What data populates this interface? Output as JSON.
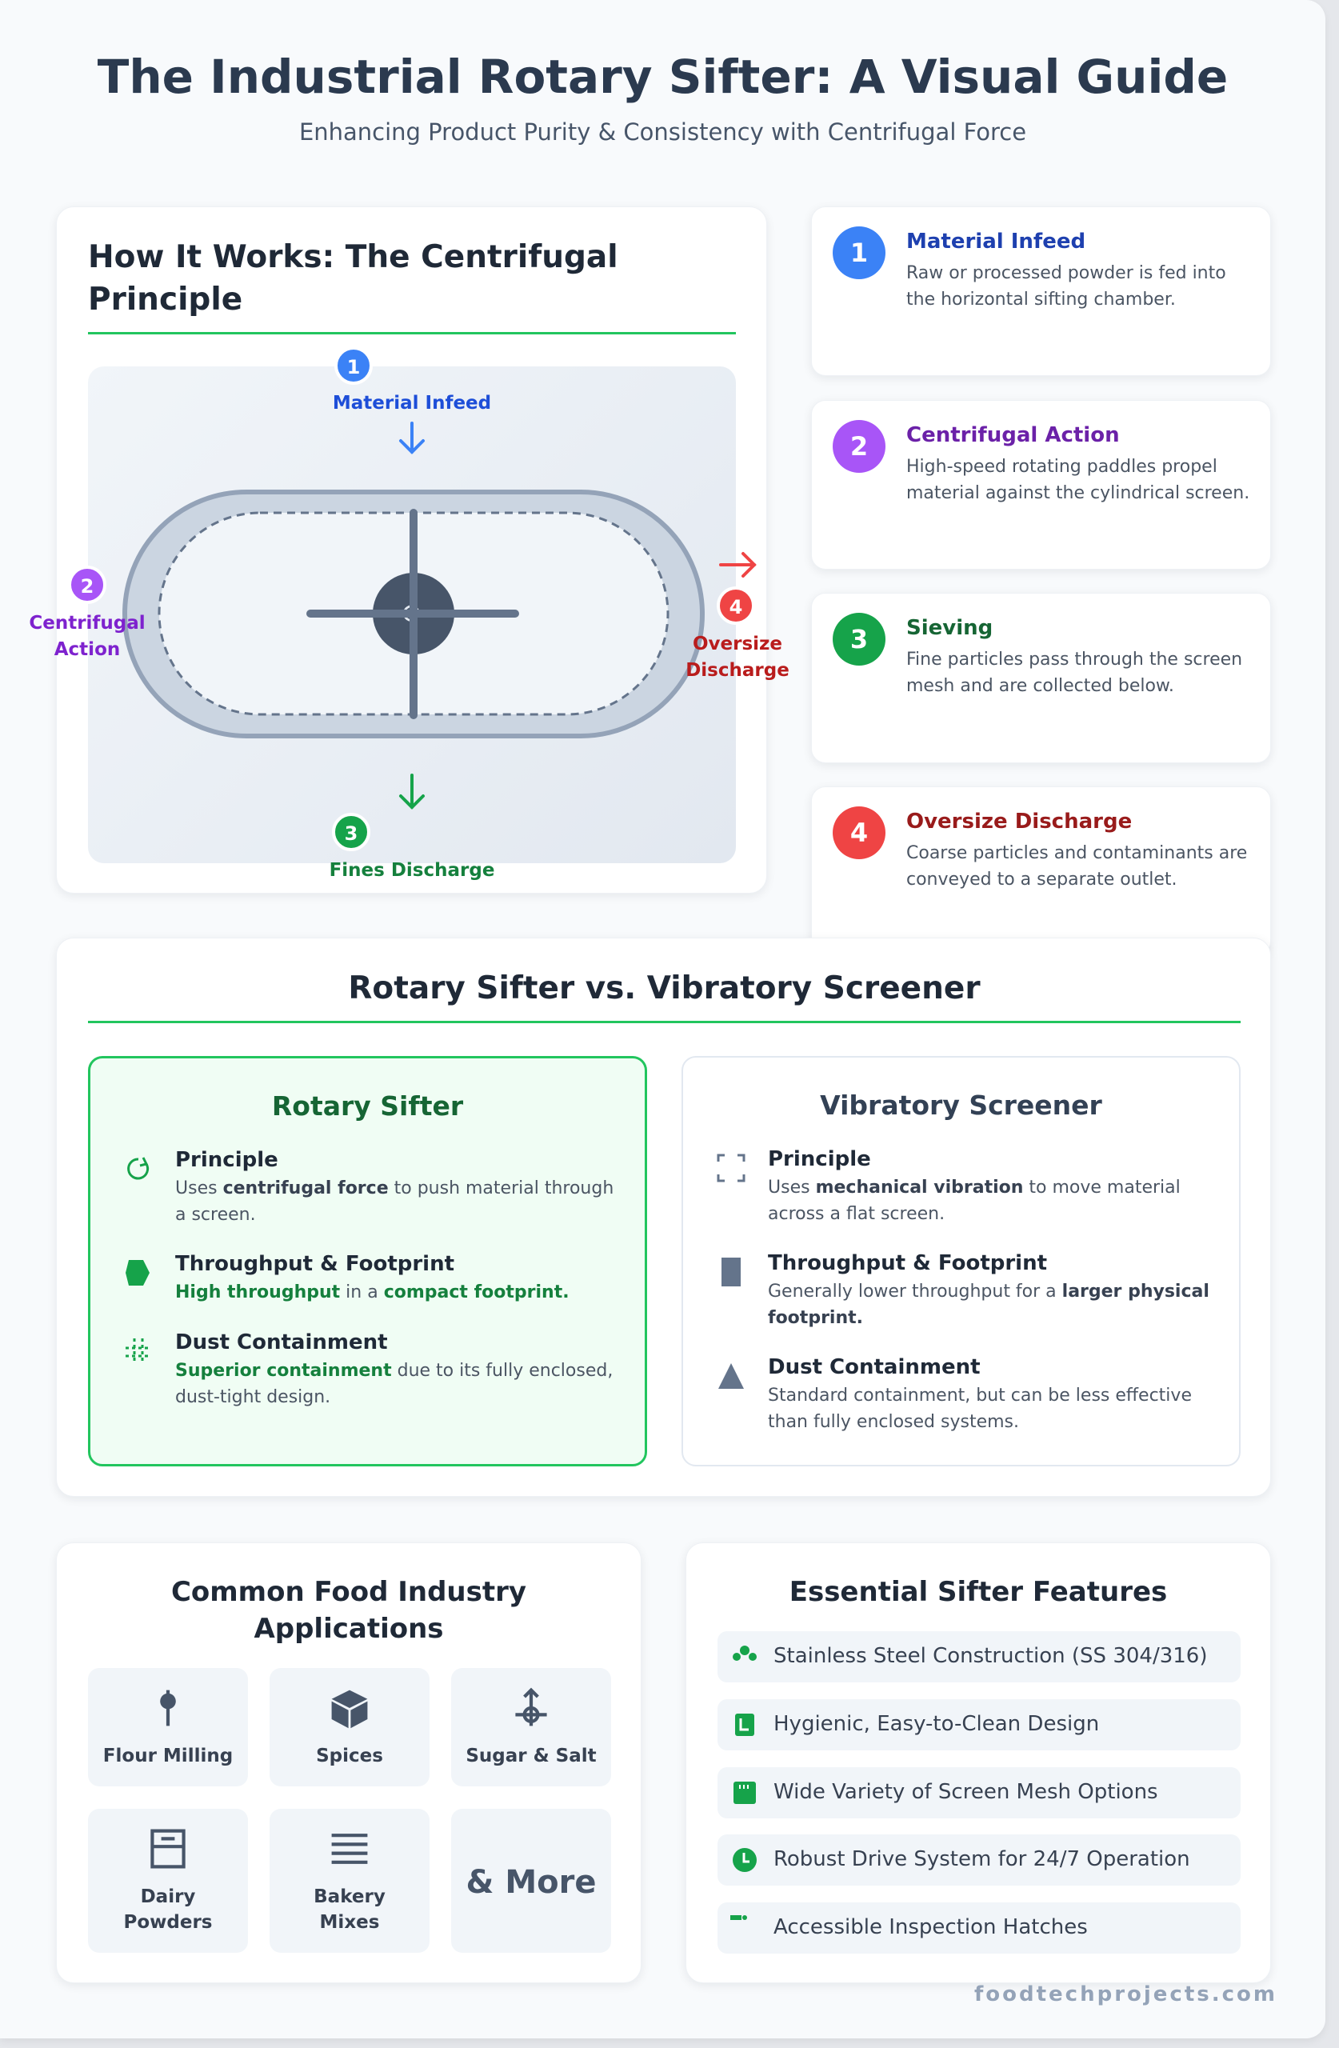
{
  "header": {
    "title": "The Industrial Rotary Sifter: A Visual Guide",
    "subtitle": "Enhancing Product Purity & Consistency with Centrifugal Force"
  },
  "how_it_works": {
    "title": "How It Works: The Centrifugal Principle",
    "diagram": {
      "labels": [
        {
          "num": "1",
          "text": "Material Infeed",
          "color": "#3b82f6",
          "text_color": "#1d4ed8"
        },
        {
          "num": "2",
          "line1": "Centrifugal",
          "line2": "Action",
          "color": "#a855f7",
          "text_color": "#7e22ce"
        },
        {
          "num": "3",
          "text": "Fines Discharge",
          "color": "#16a34a",
          "text_color": "#15803d"
        },
        {
          "num": "4",
          "line1": "Oversize",
          "line2": "Discharge",
          "color": "#ef4444",
          "text_color": "#b91c1c"
        }
      ]
    }
  },
  "steps": [
    {
      "num": "1",
      "title": "Material Infeed",
      "desc": "Raw or processed powder is fed into the horizontal sifting chamber.",
      "color": "#3b82f6",
      "title_color": "#1e40af"
    },
    {
      "num": "2",
      "title": "Centrifugal Action",
      "desc": "High-speed rotating paddles propel material against the cylindrical screen.",
      "color": "#a855f7",
      "title_color": "#6b21a8"
    },
    {
      "num": "3",
      "title": "Sieving",
      "desc": "Fine particles pass through the screen mesh and are collected below.",
      "color": "#16a34a",
      "title_color": "#166534"
    },
    {
      "num": "4",
      "title": "Oversize Discharge",
      "desc": "Coarse particles and contaminants are conveyed to a separate outlet.",
      "color": "#ef4444",
      "title_color": "#991b1b"
    }
  ],
  "comparison": {
    "title": "Rotary Sifter vs. Vibratory Screener",
    "rotary": {
      "title": "Rotary Sifter",
      "principle": {
        "title": "Principle",
        "pre": "Uses ",
        "bold": "centrifugal force",
        "post": " to push material through a screen.",
        "icon": "rotate-icon"
      },
      "throughput": {
        "title": "Throughput & Footprint",
        "bold1": "High throughput",
        "mid": " in a ",
        "bold2": "compact footprint.",
        "icon": "hexagon-icon"
      },
      "dust": {
        "title": "Dust Containment",
        "bold": "Superior containment",
        "post": " due to its fully enclosed, dust-tight design.",
        "icon": "grid-icon"
      }
    },
    "vibratory": {
      "title": "Vibratory Screener",
      "principle": {
        "title": "Principle",
        "pre": "Uses ",
        "bold": "mechanical vibration",
        "post": " to move material across a flat screen.",
        "icon": "expand-icon"
      },
      "throughput": {
        "title": "Throughput & Footprint",
        "pre": "Generally lower throughput for a ",
        "bold": "larger physical footprint.",
        "icon": "rectangle-icon"
      },
      "dust": {
        "title": "Dust Containment",
        "text": "Standard containment, but can be less effective than fully enclosed systems.",
        "icon": "triangle-icon"
      }
    }
  },
  "applications": {
    "title": "Common Food Industry Applications",
    "items": [
      {
        "label": "Flour Milling",
        "icon": "wheat-icon"
      },
      {
        "label": "Spices",
        "icon": "cube-icon"
      },
      {
        "label": "Sugar & Salt",
        "icon": "scale-icon"
      },
      {
        "line1": "Dairy",
        "line2": "Powders",
        "icon": "archive-icon"
      },
      {
        "line1": "Bakery",
        "line2": "Mixes",
        "icon": "list-icon"
      },
      {
        "label": "& More"
      }
    ]
  },
  "features": {
    "title": "Essential Sifter Features",
    "items": [
      {
        "label": "Stainless Steel Construction (SS 304/316)",
        "icon": "cluster-icon"
      },
      {
        "label": "Hygienic, Easy-to-Clean Design",
        "icon": "clean-icon"
      },
      {
        "label": "Wide Variety of Screen Mesh Options",
        "icon": "mesh-icon"
      },
      {
        "label": "Robust Drive System for 24/7 Operation",
        "icon": "clock-icon"
      },
      {
        "label": "Accessible Inspection Hatches",
        "icon": "hatch-icon"
      }
    ]
  },
  "footer": {
    "site": "foodtechprojects.com"
  }
}
